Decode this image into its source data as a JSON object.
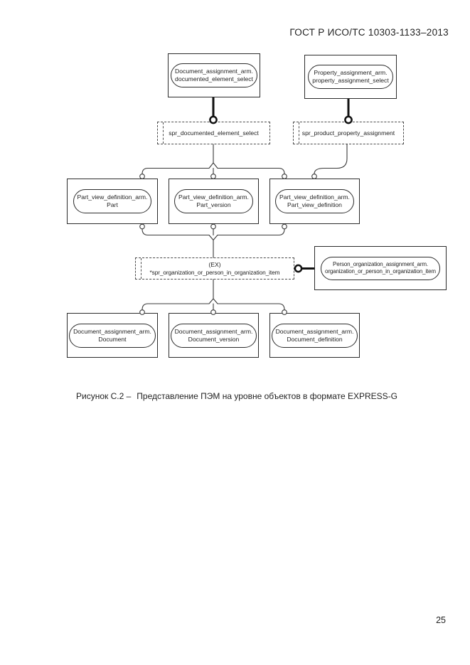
{
  "header": {
    "text": "ГОСТ Р ИСО/ТС 10303-1133–2013"
  },
  "figure": {
    "caption_prefix": "Рисунок С.2 –",
    "caption_text": "Представление ПЭМ на уровне объектов в формате EXPRESS-G"
  },
  "page_number": "25",
  "colors": {
    "ink": "#1f1f1f",
    "line": "#3a3a3a",
    "background": "#ffffff"
  },
  "diagram": {
    "nodes": {
      "documented_element_select": {
        "line1": "Document_assignment_arm.",
        "line2": "documented_element_select"
      },
      "property_assignment_select": {
        "line1": "Property_assignment_arm.",
        "line2": "property_assignment_select"
      },
      "spr_documented_element_select": {
        "label": "spr_documented_element_select"
      },
      "spr_product_property_assignment": {
        "label": "spr_product_property_assignment"
      },
      "part": {
        "line1": "Part_view_definition_arm.",
        "line2": "Part"
      },
      "part_version": {
        "line1": "Part_view_definition_arm.",
        "line2": "Part_version"
      },
      "part_view_definition": {
        "line1": "Part_view_definition_arm.",
        "line2": "Part_view_definition"
      },
      "ex_organization_item": {
        "line1": "(EX)",
        "line2": "*spr_organization_or_person_in_organization_item"
      },
      "person_organization": {
        "line1": "Person_organization_assignment_arm.",
        "line2": "organization_or_person_in_organization_item"
      },
      "document": {
        "line1": "Document_assignment_arm.",
        "line2": "Document"
      },
      "document_version": {
        "line1": "Document_assignment_arm.",
        "line2": "Document_version"
      },
      "document_definition": {
        "line1": "Document_assignment_arm.",
        "line2": "Document_definition"
      }
    }
  }
}
